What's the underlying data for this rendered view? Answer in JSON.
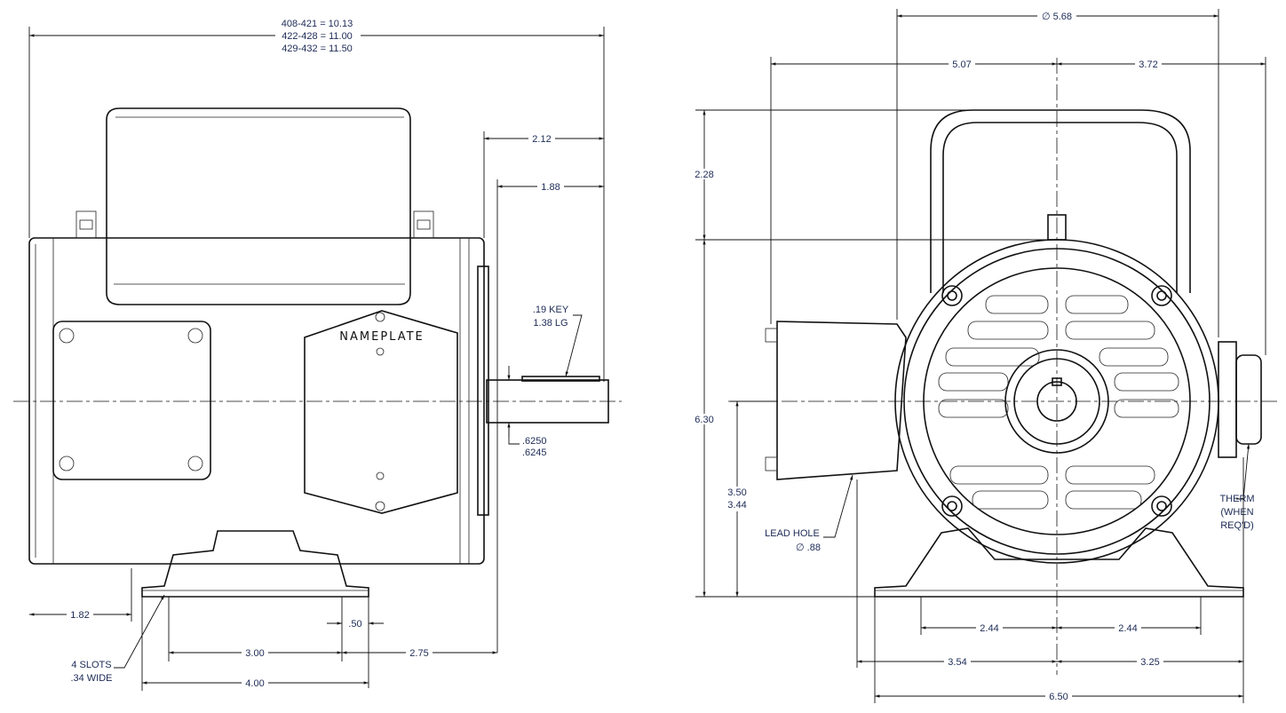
{
  "side_view": {
    "overall_length": [
      "408-421 = 10.13",
      "422-428 = 11.00",
      "429-432 = 11.50"
    ],
    "nameplate": "NAMEPLATE",
    "dim_2_12": "2.12",
    "dim_1_88": "1.88",
    "key": [
      ".19 KEY",
      "1.38 LG"
    ],
    "shaft_dia": [
      ".6250",
      ".6245"
    ],
    "dim_1_82": "1.82",
    "dim_0_50": ".50",
    "dim_3_00": "3.00",
    "dim_2_75": "2.75",
    "dim_4_00": "4.00",
    "slots": [
      "4 SLOTS",
      ".34 WIDE"
    ]
  },
  "end_view": {
    "dim_dia_5_68": "∅ 5.68",
    "dim_5_07": "5.07",
    "dim_3_72": "3.72",
    "dim_2_28": "2.28",
    "dim_6_30": "6.30",
    "dim_3_50": [
      "3.50",
      "3.44"
    ],
    "lead_hole": [
      "LEAD HOLE",
      "∅ .88"
    ],
    "therm": [
      "THERM",
      "(WHEN",
      "REQ'D)"
    ],
    "dim_2_44_left": "2.44",
    "dim_2_44_right": "2.44",
    "dim_3_54": "3.54",
    "dim_3_25": "3.25",
    "dim_6_50": "6.50"
  }
}
